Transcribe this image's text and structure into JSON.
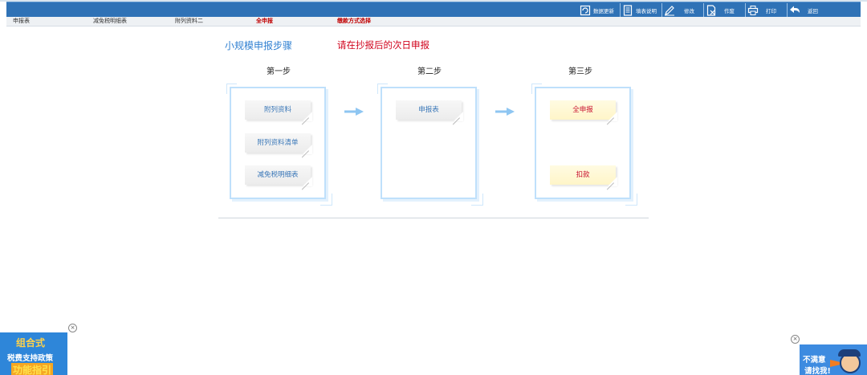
{
  "toolbar": {
    "buttons": [
      {
        "label": "数据更新",
        "icon": "refresh-icon"
      },
      {
        "label": "填表说明",
        "icon": "document-icon"
      },
      {
        "label": "修改",
        "icon": "pencil-icon"
      },
      {
        "label": "作废",
        "icon": "void-document-icon"
      },
      {
        "label": "打印",
        "icon": "printer-icon"
      },
      {
        "label": "返回",
        "icon": "back-arrow-icon"
      }
    ]
  },
  "tabs": [
    {
      "label": "申报表"
    },
    {
      "label": "减免税明细表"
    },
    {
      "label": "附列资料二"
    },
    {
      "label": "全申报"
    },
    {
      "label": "缴款方式选择"
    }
  ],
  "main": {
    "title": "小规模申报步骤",
    "notice": "请在抄报后的次日申报",
    "steps": [
      {
        "heading": "第一步",
        "items": [
          "附列资料",
          "附列资料清单",
          "减免税明细表"
        ]
      },
      {
        "heading": "第二步",
        "items": [
          "申报表"
        ]
      },
      {
        "heading": "第三步",
        "items": [
          "全申报",
          "扣款"
        ]
      }
    ]
  },
  "ads": {
    "left": {
      "line1": "组合式",
      "line2": "税费支持政策",
      "line3": "功能指引"
    },
    "right": {
      "line1": "不满意",
      "line2": "请找我!"
    }
  },
  "colors": {
    "toolbar": "#2f72b6",
    "title_blue": "#2f7fd1",
    "notice_red": "#d0021b",
    "panel_border": "#bfe0fb",
    "item_blue_text": "#3b78b8",
    "item_yellow_bg": "#fff8d2",
    "arrow": "#8ec6f2"
  }
}
